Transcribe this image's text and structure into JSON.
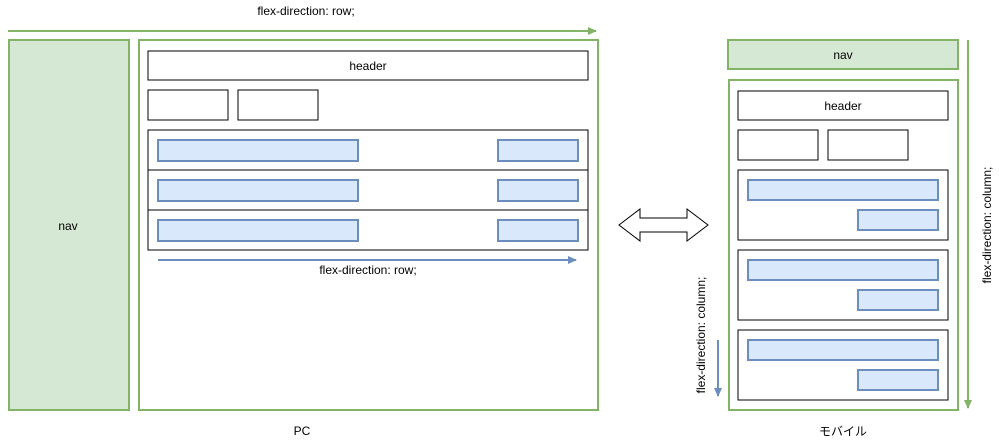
{
  "diagram": {
    "pc": {
      "caption": "PC",
      "nav_label": "nav",
      "header_label": "header",
      "outer_direction": "flex-direction: row;",
      "row_direction": "flex-direction: row;"
    },
    "mobile": {
      "caption": "モバイル",
      "nav_label": "nav",
      "header_label": "header",
      "outer_direction": "flex-direction: column;",
      "row_direction": "flex-direction: column;"
    },
    "colors": {
      "green_stroke": "#82b366",
      "green_fill": "#d5e8d4",
      "blue_stroke": "#6c8ebf",
      "blue_fill": "#dae8fc",
      "border": "#000000"
    },
    "icons": {
      "switch": "double-headed-arrow-icon"
    }
  }
}
